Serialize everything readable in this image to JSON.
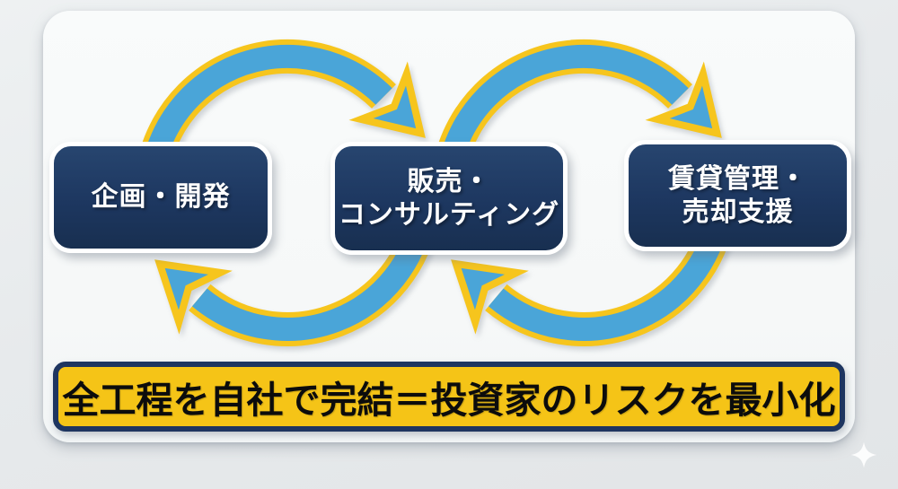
{
  "diagram": {
    "type": "cycle-process",
    "boxes": [
      {
        "id": "planning-development",
        "lines": [
          "企画・開発"
        ]
      },
      {
        "id": "sales-consulting",
        "lines": [
          "販売・",
          "コンサルティング"
        ]
      },
      {
        "id": "rental-management-sale-support",
        "lines": [
          "賃貸管理・",
          "売却支援"
        ]
      }
    ],
    "arrows": [
      {
        "id": "cycle-arrow-left",
        "direction": "clockwise"
      },
      {
        "id": "cycle-arrow-right",
        "direction": "clockwise"
      }
    ],
    "banner": {
      "text": "全工程を自社で完結＝投資家のリスクを最小化"
    },
    "colors": {
      "arrow_blue": "#4aa5d8",
      "arrow_yellow": "#f6c51d",
      "box_navy": "#1d3760",
      "box_border": "#ffffff",
      "banner_yellow": "#f5c417",
      "banner_border_navy": "#1e3560",
      "banner_text": "#0c0c0c",
      "card_background": "#f7f9f9",
      "page_background": "#e6e9eb"
    }
  }
}
